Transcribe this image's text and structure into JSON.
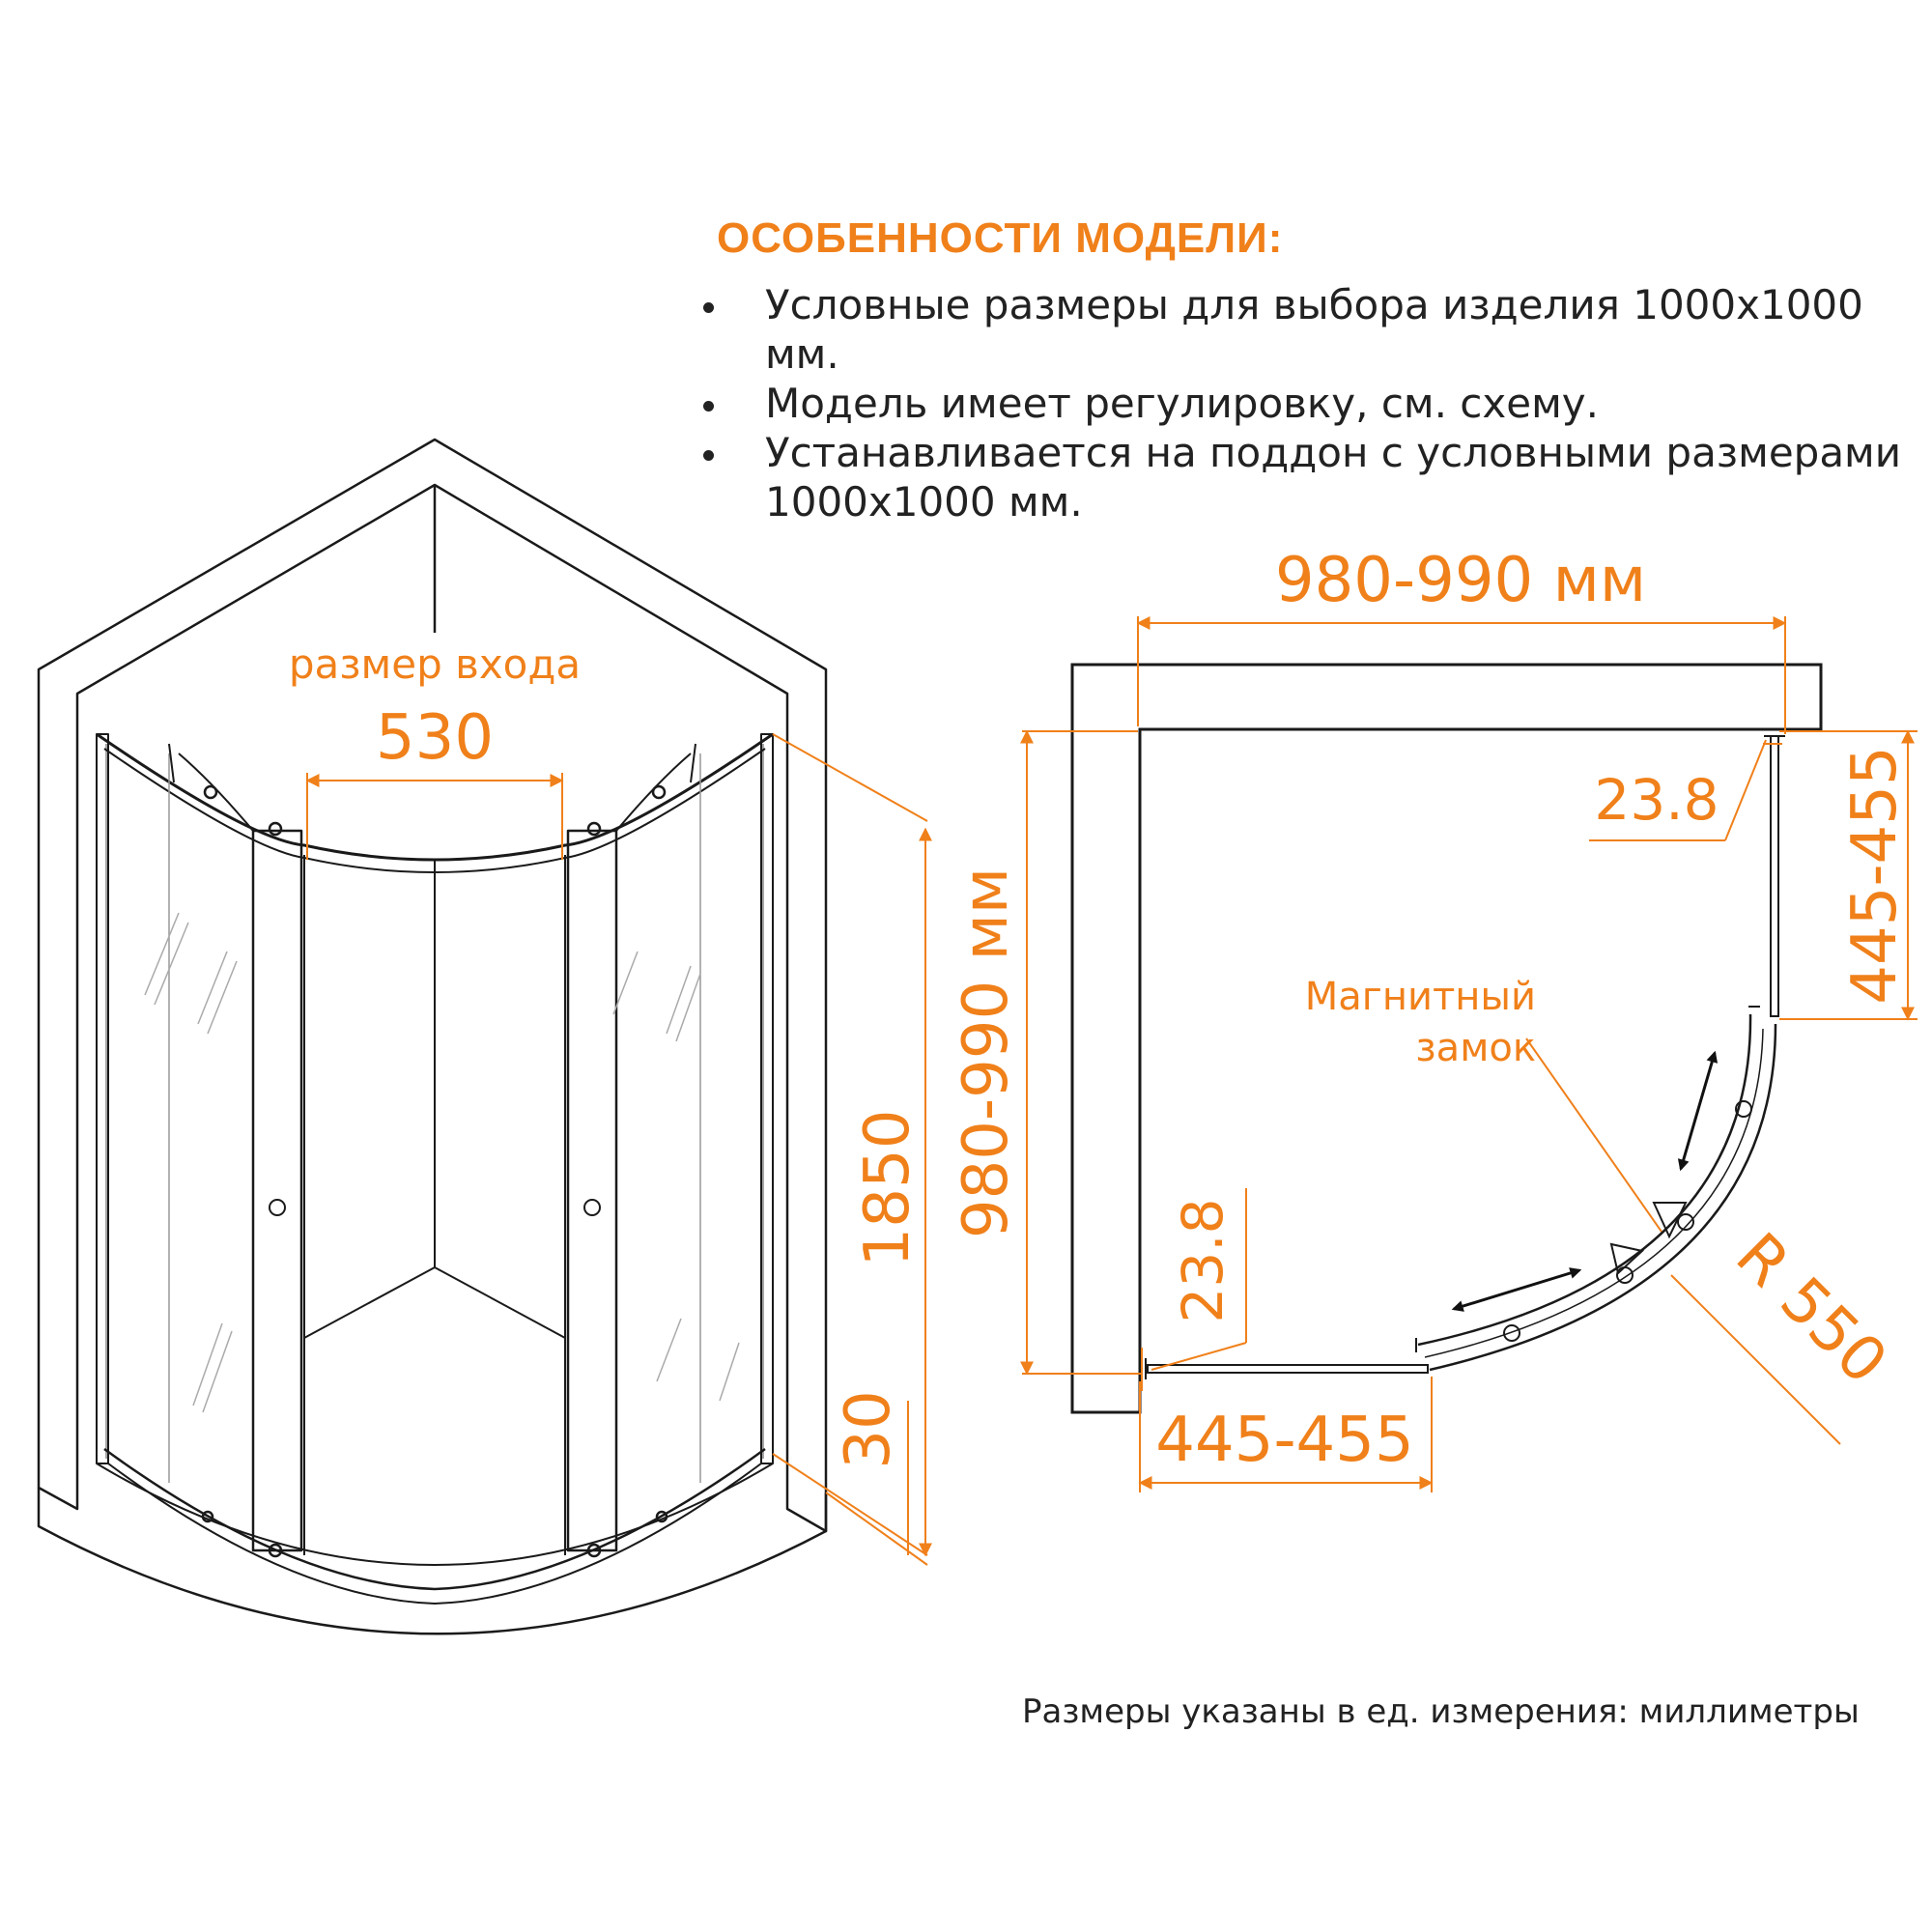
{
  "features": {
    "title": "ОСОБЕННОСТИ МОДЕЛИ:",
    "items": [
      "Условные размеры для выбора изделия 1000х1000 мм.",
      "Модель имеет регулировку, см. схему.",
      "Устанавливается на поддон с условными размерами 1000х1000 мм."
    ]
  },
  "perspective": {
    "entry_label": "размер входа",
    "entry_width": "530",
    "height": "1850",
    "tray_height": "30"
  },
  "plan": {
    "width": "980-990 мм",
    "depth": "980-990 мм",
    "gap_top": "23.8",
    "gap_left": "23.8",
    "side_right": "445-455",
    "side_bottom": "445-455",
    "lock_label_1": "Магнитный",
    "lock_label_2": "замок",
    "radius": "R 550"
  },
  "footnote": "Размеры указаны в ед. измерения: миллиметры",
  "colors": {
    "accent": "#f0801a",
    "line": "#1a1a1a"
  }
}
